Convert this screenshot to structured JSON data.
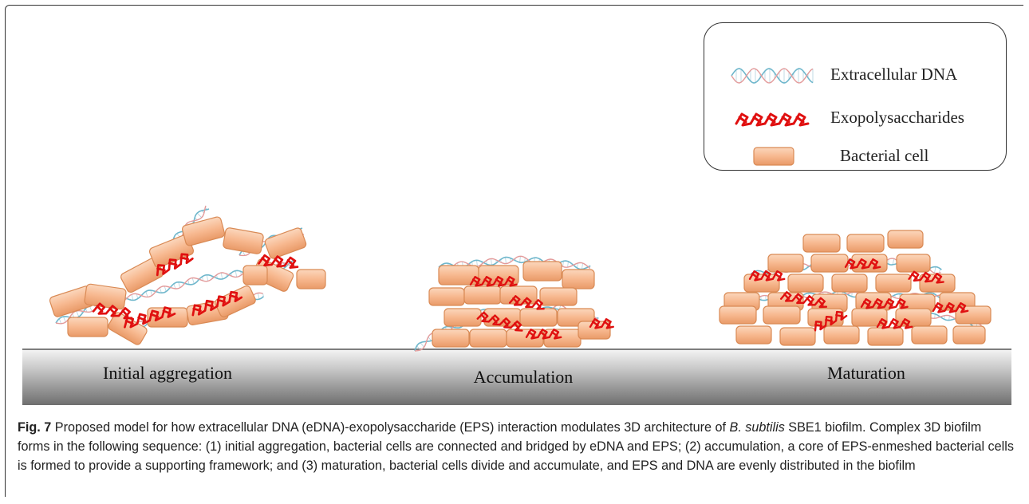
{
  "legend": {
    "items": [
      {
        "label": "Extracellular DNA",
        "icon": "dna-helix-icon"
      },
      {
        "label": "Exopolysaccharides",
        "icon": "eps-chain-icon"
      },
      {
        "label": "Bacterial cell",
        "icon": "bacterial-cell-icon"
      }
    ]
  },
  "stages": [
    {
      "label": "Initial aggregation"
    },
    {
      "label": "Accumulation"
    },
    {
      "label": "Maturation"
    }
  ],
  "caption": {
    "fig_label": "Fig. 7",
    "text_before_species": " Proposed model for how extracellular DNA (eDNA)-exopolysaccharide (EPS) interaction modulates 3D architecture of ",
    "species": "B. subtilis",
    "text_after_species": " SBE1 biofilm. Complex 3D biofilm forms in the following sequence: (1) initial aggregation, bacterial cells are connected and bridged by eDNA and EPS; (2) accumulation, a core of EPS-enmeshed bacterial cells is formed to provide a supporting framework; and (3) maturation, bacterial cells divide and accumulate, and EPS and DNA are evenly distributed in the biofilm"
  },
  "colors": {
    "cell_fill": "#f5b48a",
    "cell_stroke": "#d98a55",
    "eps": "#e01010",
    "dna_a": "#6fb7cc",
    "dna_b": "#e39a9a",
    "surface_top": "#f2f2f2",
    "surface_bottom": "#6a6a6a"
  }
}
